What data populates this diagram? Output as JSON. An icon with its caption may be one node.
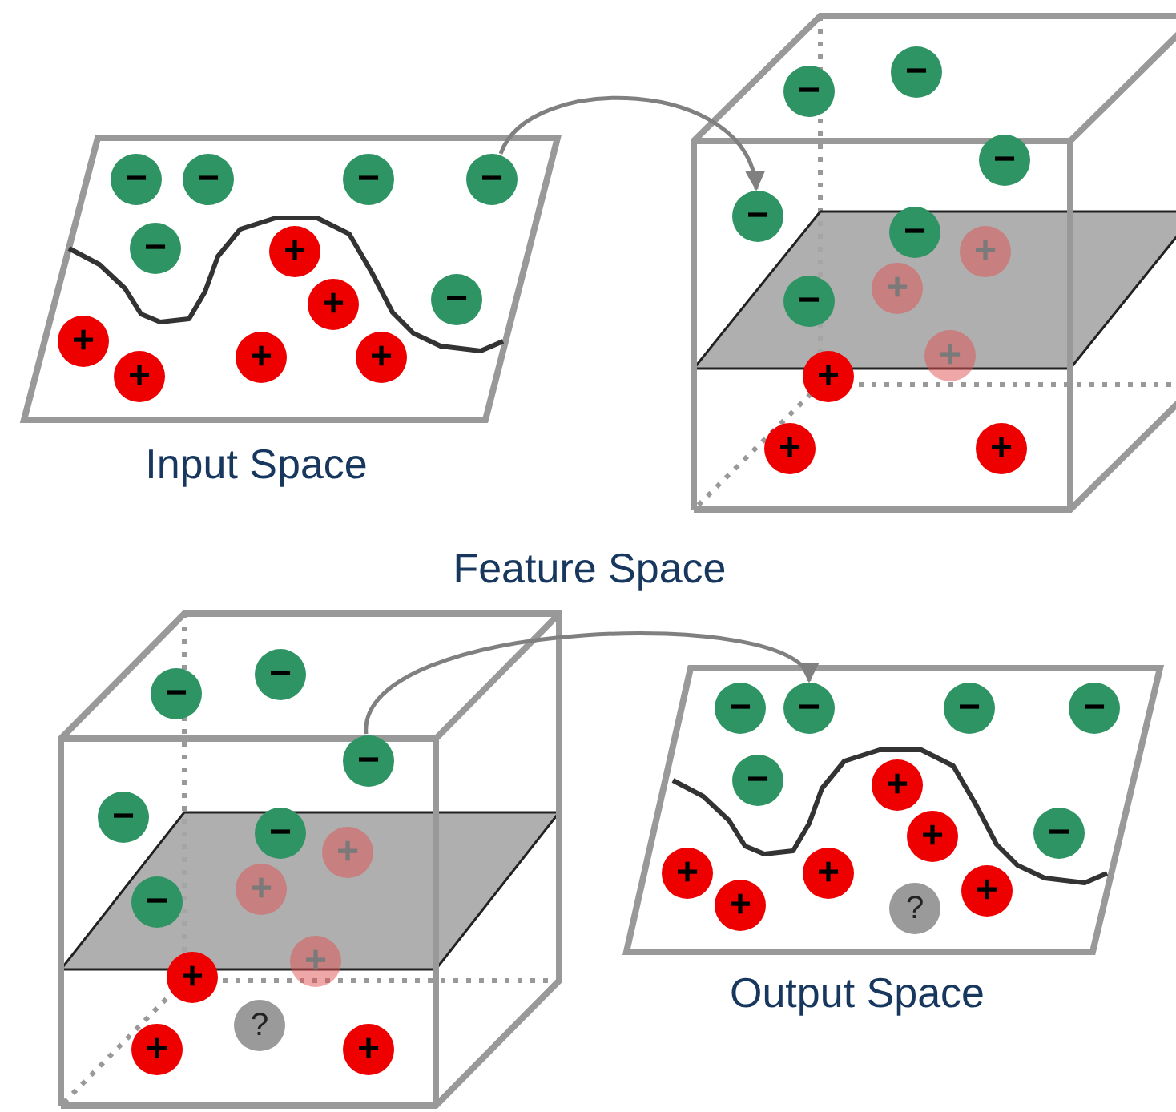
{
  "diagram": {
    "nodes": [
      {
        "text": [],
        "shape": "parallelogram",
        "beside": [
          "Input Space"
        ]
      },
      {
        "text": [
          "−"
        ],
        "in": 0
      },
      {
        "text": [
          "−"
        ],
        "in": 0
      },
      {
        "text": [
          "−"
        ],
        "in": 0
      },
      {
        "text": [
          "−"
        ],
        "in": 0
      },
      {
        "text": [
          "−"
        ],
        "in": 0
      },
      {
        "text": [
          "−"
        ],
        "in": 0
      },
      {
        "text": [
          "+"
        ],
        "in": 0
      },
      {
        "text": [
          "+"
        ],
        "in": 0
      },
      {
        "text": [
          "+"
        ],
        "in": 0
      },
      {
        "text": [
          "+"
        ],
        "in": 0
      },
      {
        "text": [
          "+"
        ],
        "in": 0
      },
      {
        "text": [
          "+"
        ],
        "in": 0
      },
      {
        "text": [],
        "shape": "cube"
      },
      {
        "text": [
          "−"
        ],
        "in": 13
      },
      {
        "text": [
          "−"
        ],
        "in": 13
      },
      {
        "text": [
          "−"
        ],
        "in": 13
      },
      {
        "text": [
          "−"
        ],
        "in": 13
      },
      {
        "text": [
          "−"
        ],
        "in": 13
      },
      {
        "text": [
          "−"
        ],
        "in": 13
      },
      {
        "text": [
          "+"
        ],
        "in": 13
      },
      {
        "text": [
          "+"
        ],
        "in": 13
      },
      {
        "text": [
          "+"
        ],
        "in": 13
      },
      {
        "text": [
          "+"
        ],
        "in": 13
      },
      {
        "text": [
          "+"
        ],
        "in": 13
      },
      {
        "text": [
          "+"
        ],
        "in": 13
      },
      {
        "text": [],
        "shape": "cube"
      },
      {
        "text": [
          "−"
        ],
        "in": 26
      },
      {
        "text": [
          "−"
        ],
        "in": 26
      },
      {
        "text": [
          "−"
        ],
        "in": 26
      },
      {
        "text": [
          "−"
        ],
        "in": 26
      },
      {
        "text": [
          "−"
        ],
        "in": 26
      },
      {
        "text": [
          "−"
        ],
        "in": 26
      },
      {
        "text": [
          "+"
        ],
        "in": 26
      },
      {
        "text": [
          "+"
        ],
        "in": 26
      },
      {
        "text": [
          "+"
        ],
        "in": 26
      },
      {
        "text": [
          "+"
        ],
        "in": 26
      },
      {
        "text": [
          "+"
        ],
        "in": 26
      },
      {
        "text": [
          "+"
        ],
        "in": 26
      },
      {
        "text": [
          "?"
        ],
        "in": 26
      },
      {
        "text": [],
        "shape": "parallelogram",
        "beside": [
          "Output Space"
        ]
      },
      {
        "text": [
          "−"
        ],
        "in": 40
      },
      {
        "text": [
          "−"
        ],
        "in": 40
      },
      {
        "text": [
          "−"
        ],
        "in": 40
      },
      {
        "text": [
          "−"
        ],
        "in": 40
      },
      {
        "text": [
          "−"
        ],
        "in": 40
      },
      {
        "text": [
          "−"
        ],
        "in": 40
      },
      {
        "text": [
          "+"
        ],
        "in": 40
      },
      {
        "text": [
          "+"
        ],
        "in": 40
      },
      {
        "text": [
          "+"
        ],
        "in": 40
      },
      {
        "text": [
          "+"
        ],
        "in": 40
      },
      {
        "text": [
          "+"
        ],
        "in": 40
      },
      {
        "text": [
          "+"
        ],
        "in": 40
      },
      {
        "text": [
          "?"
        ],
        "in": 40
      }
    ],
    "edges": [
      {
        "from": 4,
        "to": 17,
        "arrow": "to"
      },
      {
        "from": 29,
        "to": 42,
        "arrow": "to"
      }
    ],
    "labels": [
      "Feature Space"
    ]
  }
}
